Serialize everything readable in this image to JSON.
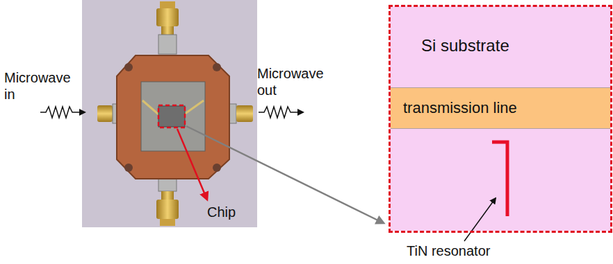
{
  "diagram": {
    "nodes": [
      {
        "text": [
          "Si substrate"
        ]
      },
      {
        "text": [
          "transmission line"
        ],
        "in": 0
      }
    ],
    "labels": [
      "Microwave in",
      "Microwave out",
      "Chip",
      "TiN resonator"
    ]
  }
}
